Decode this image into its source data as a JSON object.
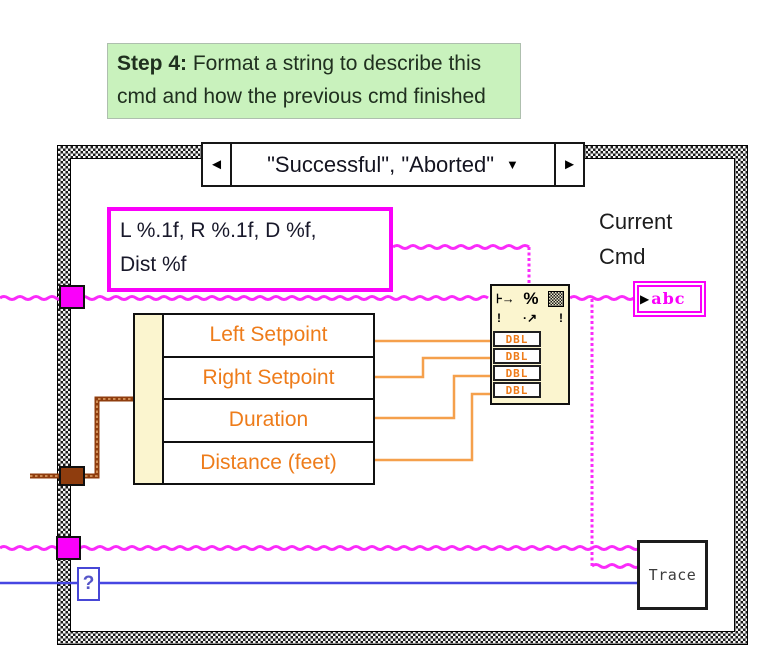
{
  "comment": {
    "bold_prefix": "Step 4:",
    "line1_rest": " Format a string to describe this",
    "line2": "cmd and how the previous cmd finished"
  },
  "case_structure": {
    "selector_label": "\"Successful\", \"Aborted\""
  },
  "format_string_constant": {
    "line1": "L %.1f, R %.1f, D %f,",
    "line2": "Dist %f"
  },
  "current_cmd_label": {
    "line1": "Current",
    "line2": "Cmd"
  },
  "string_indicator": {
    "glyph": "abc"
  },
  "unbundle": {
    "fields": [
      "Left Setpoint",
      "Right Setpoint",
      "Duration",
      "Distance (feet)"
    ]
  },
  "format_node": {
    "dbl_labels": [
      "DBL",
      "DBL",
      "DBL",
      "DBL"
    ]
  },
  "trace_node": {
    "label": "Trace"
  },
  "icons": {
    "decrement_arrow": "◄",
    "increment_arrow": "►",
    "dropdown_arrow": "▼",
    "indicator_arrow": "▶",
    "format_glyph": "⊦→",
    "percent_glyph": "%",
    "exclamation_left": "!",
    "exclamation_right": "!",
    "diag_arrow": "·↗",
    "selector_question": "?"
  },
  "colors": {
    "magenta": "#FA00FA",
    "string_wire": "#FA2BFA",
    "orange_wire": "#F5A04C",
    "orange_text": "#EE7C1A",
    "cluster_brown": "#8F3D0E",
    "cluster_brown_light": "#E2A468",
    "blue_wire": "#4646E2",
    "node_cream": "#FBF5CF",
    "comment_green": "#C9F2BD"
  }
}
